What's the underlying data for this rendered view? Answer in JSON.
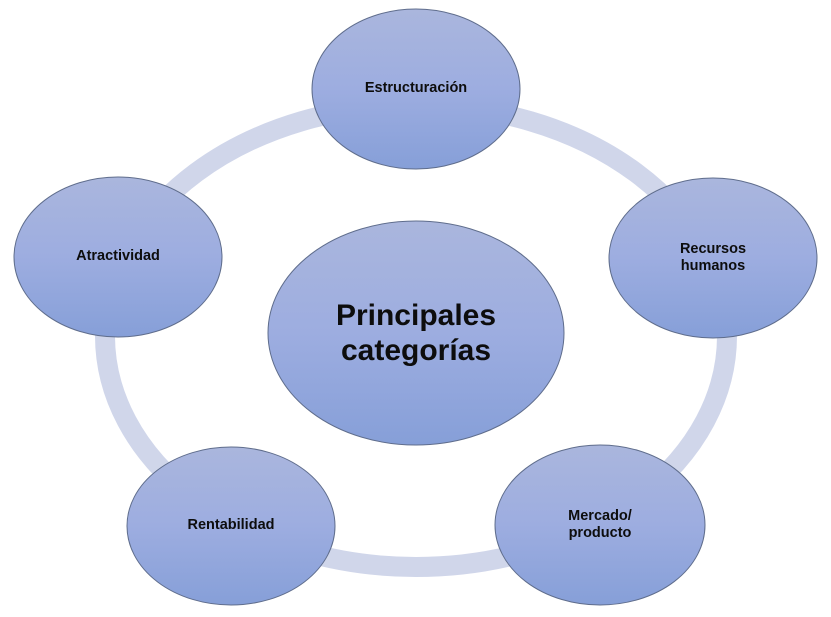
{
  "diagram": {
    "type": "cycle",
    "center": {
      "label": "Principales\ncategorías"
    },
    "nodes": [
      {
        "id": "estructuracion",
        "label": "Estructuración"
      },
      {
        "id": "recursos-humanos",
        "label": "Recursos\nhumanos"
      },
      {
        "id": "mercado-producto",
        "label": "Mercado/\nproducto"
      },
      {
        "id": "rentabilidad",
        "label": "Rentabilidad"
      },
      {
        "id": "atractividad",
        "label": "Atractividad"
      }
    ],
    "colors": {
      "ring": "#d0d6ea",
      "node_fill_top": "#a8b5dd",
      "node_fill_bottom": "#8aa1d8",
      "node_outline": "#5f6d8c",
      "text": "#0d0d0d",
      "background": "#ffffff"
    }
  }
}
